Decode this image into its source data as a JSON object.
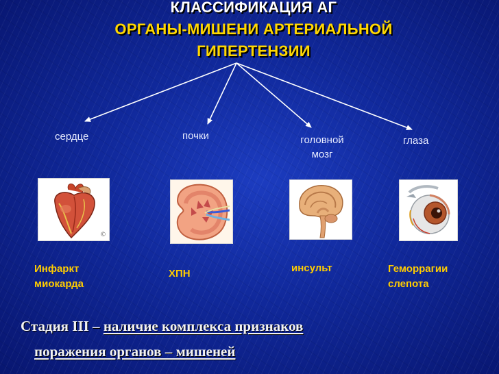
{
  "title": {
    "line1": "КЛАССИФИКАЦИЯ АГ",
    "line2": "ОРГАНЫ-МИШЕНИ АРТЕРИАЛЬНОЙ",
    "line3": "ГИПЕРТЕНЗИИ"
  },
  "organs": {
    "heart": "сердце",
    "kidneys": "почки",
    "brain_line1": "головной",
    "brain_line2": "мозг",
    "eyes": "глаза"
  },
  "outcomes": {
    "heart_line1": "Инфаркт",
    "heart_line2": "миокарда",
    "kidneys": "ХПН",
    "brain": "инсульт",
    "eyes_line1": "Геморрагии",
    "eyes_line2": "слепота"
  },
  "stage": {
    "prefix": "Стадия III –",
    "underlined_part1": "наличие комплекса признаков",
    "underlined_part2": "поражения органов – мишеней"
  },
  "colors": {
    "background": "#10289a",
    "title_white": "#ffffff",
    "title_yellow": "#ffd700",
    "outcome_yellow": "#ffcc00"
  }
}
